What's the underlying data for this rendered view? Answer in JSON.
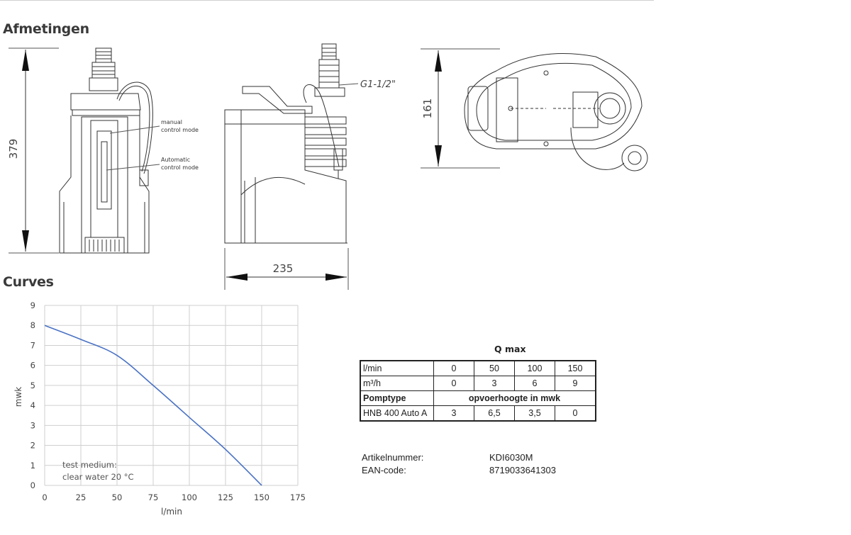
{
  "sections": {
    "dimensions_title": "Afmetingen",
    "curves_title": "Curves"
  },
  "drawing_labels": {
    "height": "379",
    "width": "235",
    "depth": "161",
    "thread": "G1-1/2\"",
    "manual_1": "manual",
    "manual_2": "control mode",
    "auto_1": "Automatic",
    "auto_2": "control mode"
  },
  "chart_data": {
    "type": "line",
    "x": [
      0,
      25,
      50,
      75,
      100,
      125,
      150
    ],
    "series": [
      {
        "values": [
          8.0,
          7.3,
          6.5,
          5.0,
          3.4,
          1.8,
          0.0
        ]
      }
    ],
    "xlabel": "l/min",
    "ylabel": "mwk",
    "xlim": [
      0,
      175
    ],
    "ylim": [
      0,
      9
    ],
    "xticks": [
      "0",
      "25",
      "50",
      "75",
      "100",
      "125",
      "150",
      "175"
    ],
    "yticks": [
      "0",
      "1",
      "2",
      "3",
      "4",
      "5",
      "6",
      "7",
      "8",
      "9"
    ],
    "grid": true,
    "line_color": "#4a72c4",
    "annotation": [
      "test medium:",
      "clear water 20 °C"
    ]
  },
  "table": {
    "title": "Q max",
    "rows": [
      {
        "label": "l/min",
        "values": [
          "0",
          "50",
          "100",
          "150"
        ]
      },
      {
        "label": "m³/h",
        "values": [
          "0",
          "3",
          "6",
          "9"
        ]
      }
    ],
    "header_label": "Pomptype",
    "header_span": "opvoerhoogte in mwk",
    "pump": {
      "label": "HNB 400 Auto A",
      "values": [
        "3",
        "6,5",
        "3,5",
        "0"
      ]
    }
  },
  "info": {
    "article_label": "Artikelnummer:",
    "article_value": "KDI6030M",
    "ean_label": "EAN-code:",
    "ean_value": "8719033641303"
  }
}
